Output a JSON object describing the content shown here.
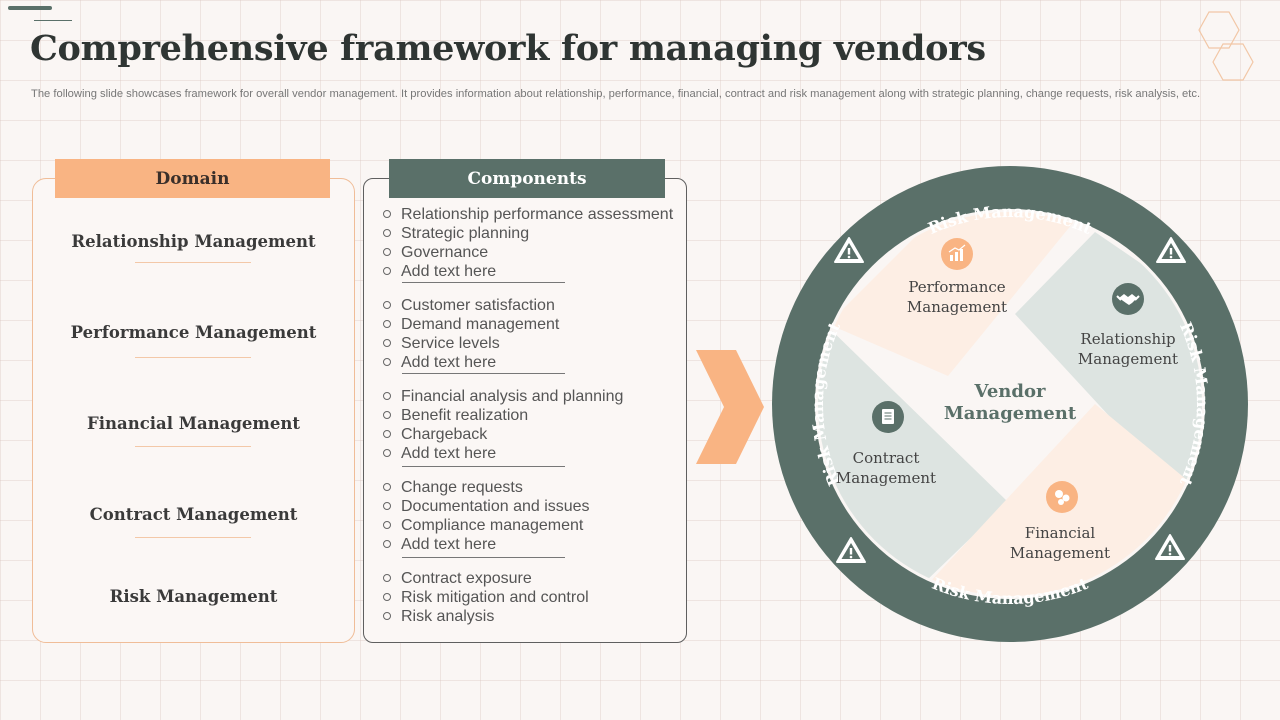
{
  "title": "Comprehensive framework for managing vendors",
  "subtitle": "The following slide showcases framework for overall vendor management. It provides information about relationship, performance, financial, contract and risk management along with strategic planning, change requests, risk analysis, etc.",
  "domain": {
    "header": "Domain",
    "items": [
      "Relationship Management",
      "Performance Management",
      "Financial Management",
      "Contract Management",
      "Risk Management"
    ]
  },
  "components": {
    "header": "Components",
    "groups": [
      [
        "Relationship performance assessment",
        "Strategic planning",
        "Governance",
        "Add text here"
      ],
      [
        "Customer satisfaction",
        "Demand management",
        "Service levels",
        "Add text here"
      ],
      [
        "Financial analysis and planning",
        "Benefit realization",
        "Chargeback",
        "Add text here"
      ],
      [
        "Change requests",
        "Documentation and issues",
        "Compliance management",
        "Add text here"
      ],
      [
        "Contract exposure",
        "Risk mitigation and control",
        "Risk analysis"
      ]
    ]
  },
  "wheel": {
    "ring_label_top": "Risk Management",
    "ring_label_right": "Risk Management",
    "ring_label_bottom": "Risk Management",
    "ring_label_left": "Risk Management",
    "center_line1": "Vendor",
    "center_line2": "Management",
    "performance_line1": "Performance",
    "performance_line2": "Management",
    "relationship_line1": "Relationship",
    "relationship_line2": "Management",
    "contract_line1": "Contract",
    "contract_line2": "Management",
    "financial_line1": "Financial",
    "financial_line2": "Management"
  },
  "icons": {
    "warning": "warning-icon",
    "chart": "bar-chart-icon",
    "handshake": "handshake-icon",
    "document": "document-icon",
    "coins": "coins-icon"
  },
  "colors": {
    "teal": "#5a7069",
    "peach": "#f9b483",
    "light_peach": "#fdeee4",
    "light_teal": "#dde4e1",
    "background": "#faf6f4"
  }
}
